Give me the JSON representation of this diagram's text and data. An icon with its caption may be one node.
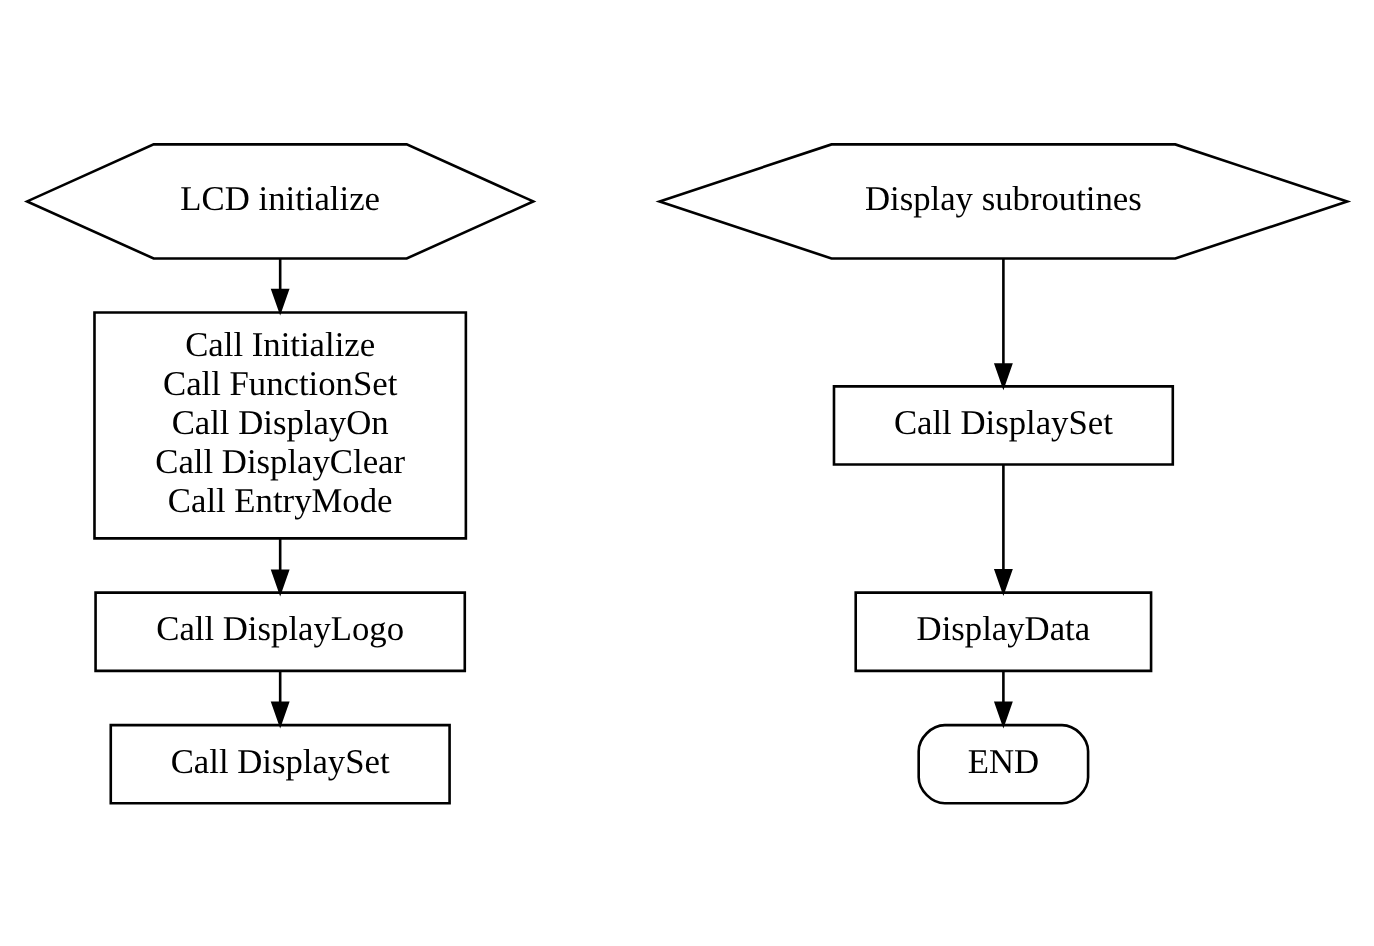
{
  "diagram": {
    "nodes": [
      {
        "text": [
          "LCD initialize"
        ]
      },
      {
        "text": [
          "Call Initialize",
          "Call FunctionSet",
          "Call DisplayOn",
          "Call DisplayClear",
          "Call EntryMode"
        ]
      },
      {
        "text": [
          "Call DisplayLogo"
        ]
      },
      {
        "text": [
          "Call DisplaySet"
        ]
      },
      {
        "text": [
          "Display subroutines"
        ]
      },
      {
        "text": [
          "Call DisplaySet"
        ]
      },
      {
        "text": [
          "DisplayData"
        ]
      },
      {
        "text": [
          "END"
        ]
      }
    ],
    "edges": [
      {
        "from": 0,
        "to": 1,
        "arrow": "to"
      },
      {
        "from": 1,
        "to": 2,
        "arrow": "to"
      },
      {
        "from": 2,
        "to": 3,
        "arrow": "to"
      },
      {
        "from": 4,
        "to": 5,
        "arrow": "to"
      },
      {
        "from": 5,
        "to": 6,
        "arrow": "to"
      },
      {
        "from": 6,
        "to": 7,
        "arrow": "to"
      }
    ]
  }
}
